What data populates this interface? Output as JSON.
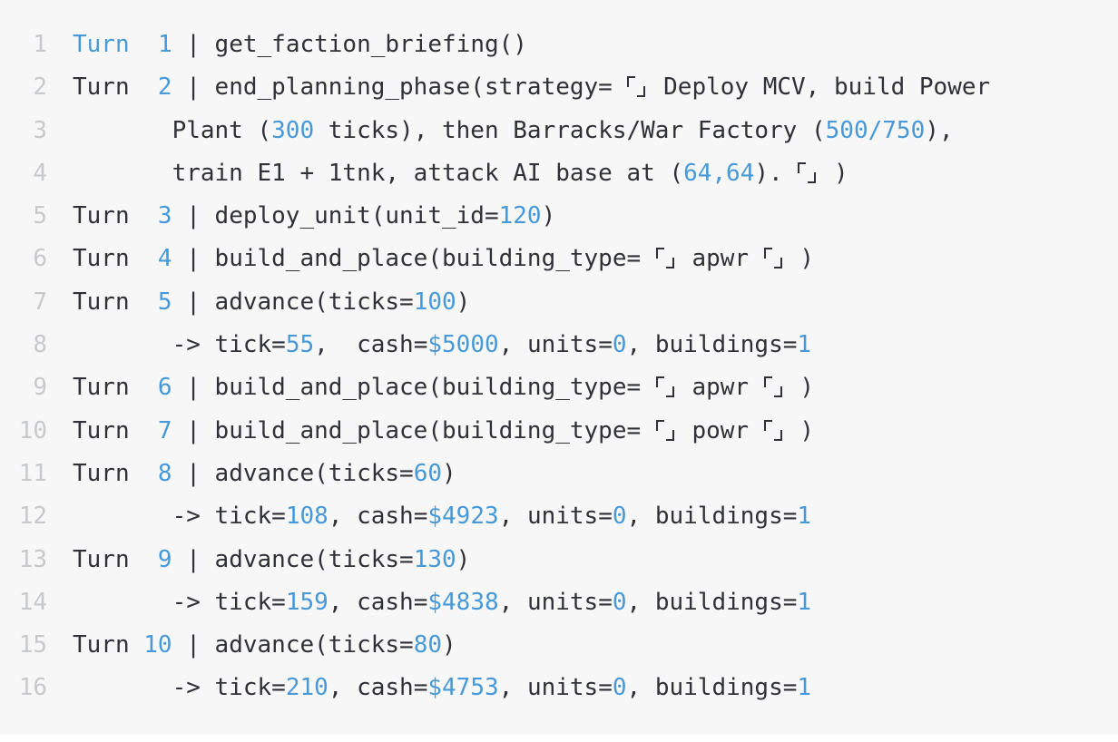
{
  "theme": {
    "block_background": "#f7f7f8",
    "page_background": "#ffffff",
    "text_color": "#2f3136",
    "literal_color": "#4799d8",
    "line_number_color": "#c7c9cb"
  },
  "code_block": {
    "lines": [
      {
        "n": "1",
        "segs": [
          [
            "Turn",
            "num"
          ],
          [
            "  ",
            ""
          ],
          [
            "1",
            "num"
          ],
          [
            " | get_faction_briefing()",
            ""
          ]
        ]
      },
      {
        "n": "2",
        "segs": [
          [
            "Turn  ",
            ""
          ],
          [
            "2",
            "num"
          ],
          [
            " | end_planning_phase(strategy= 「」 Deploy MCV, build Power",
            ""
          ]
        ]
      },
      {
        "n": "3",
        "segs": [
          [
            "       Plant (",
            ""
          ],
          [
            "300",
            "num"
          ],
          [
            " ticks), then Barracks/War Factory (",
            ""
          ],
          [
            "500/750",
            "num"
          ],
          [
            "),",
            ""
          ]
        ]
      },
      {
        "n": "4",
        "segs": [
          [
            "       train E1 + 1tnk, attack AI base at (",
            ""
          ],
          [
            "64,64",
            "num"
          ],
          [
            "). 「」 )",
            ""
          ]
        ]
      },
      {
        "n": "5",
        "segs": [
          [
            "Turn  ",
            ""
          ],
          [
            "3",
            "num"
          ],
          [
            " | deploy_unit(unit_id=",
            ""
          ],
          [
            "120",
            "num"
          ],
          [
            ")",
            ""
          ]
        ]
      },
      {
        "n": "6",
        "segs": [
          [
            "Turn  ",
            ""
          ],
          [
            "4",
            "num"
          ],
          [
            " | build_and_place(building_type= 「」 apwr 「」 )",
            ""
          ]
        ]
      },
      {
        "n": "7",
        "segs": [
          [
            "Turn  ",
            ""
          ],
          [
            "5",
            "num"
          ],
          [
            " | advance(ticks=",
            ""
          ],
          [
            "100",
            "num"
          ],
          [
            ")",
            ""
          ]
        ]
      },
      {
        "n": "8",
        "segs": [
          [
            "       -> tick=",
            ""
          ],
          [
            "55",
            "num"
          ],
          [
            ",  cash=",
            ""
          ],
          [
            "$5000",
            "num"
          ],
          [
            ", units=",
            ""
          ],
          [
            "0",
            "num"
          ],
          [
            ", buildings=",
            ""
          ],
          [
            "1",
            "num"
          ]
        ]
      },
      {
        "n": "9",
        "segs": [
          [
            "Turn  ",
            ""
          ],
          [
            "6",
            "num"
          ],
          [
            " | build_and_place(building_type= 「」 apwr 「」 )",
            ""
          ]
        ]
      },
      {
        "n": "10",
        "segs": [
          [
            "Turn  ",
            ""
          ],
          [
            "7",
            "num"
          ],
          [
            " | build_and_place(building_type= 「」 powr 「」 )",
            ""
          ]
        ]
      },
      {
        "n": "11",
        "segs": [
          [
            "Turn  ",
            ""
          ],
          [
            "8",
            "num"
          ],
          [
            " | advance(ticks=",
            ""
          ],
          [
            "60",
            "num"
          ],
          [
            ")",
            ""
          ]
        ]
      },
      {
        "n": "12",
        "segs": [
          [
            "       -> tick=",
            ""
          ],
          [
            "108",
            "num"
          ],
          [
            ", cash=",
            ""
          ],
          [
            "$4923",
            "num"
          ],
          [
            ", units=",
            ""
          ],
          [
            "0",
            "num"
          ],
          [
            ", buildings=",
            ""
          ],
          [
            "1",
            "num"
          ]
        ]
      },
      {
        "n": "13",
        "segs": [
          [
            "Turn  ",
            ""
          ],
          [
            "9",
            "num"
          ],
          [
            " | advance(ticks=",
            ""
          ],
          [
            "130",
            "num"
          ],
          [
            ")",
            ""
          ]
        ]
      },
      {
        "n": "14",
        "segs": [
          [
            "       -> tick=",
            ""
          ],
          [
            "159",
            "num"
          ],
          [
            ", cash=",
            ""
          ],
          [
            "$4838",
            "num"
          ],
          [
            ", units=",
            ""
          ],
          [
            "0",
            "num"
          ],
          [
            ", buildings=",
            ""
          ],
          [
            "1",
            "num"
          ]
        ]
      },
      {
        "n": "15",
        "segs": [
          [
            "Turn ",
            ""
          ],
          [
            "10",
            "num"
          ],
          [
            " | advance(ticks=",
            ""
          ],
          [
            "80",
            "num"
          ],
          [
            ")",
            ""
          ]
        ]
      },
      {
        "n": "16",
        "segs": [
          [
            "       -> tick=",
            ""
          ],
          [
            "210",
            "num"
          ],
          [
            ", cash=",
            ""
          ],
          [
            "$4753",
            "num"
          ],
          [
            ", units=",
            ""
          ],
          [
            "0",
            "num"
          ],
          [
            ", buildings=",
            ""
          ],
          [
            "1",
            "num"
          ]
        ]
      }
    ]
  }
}
